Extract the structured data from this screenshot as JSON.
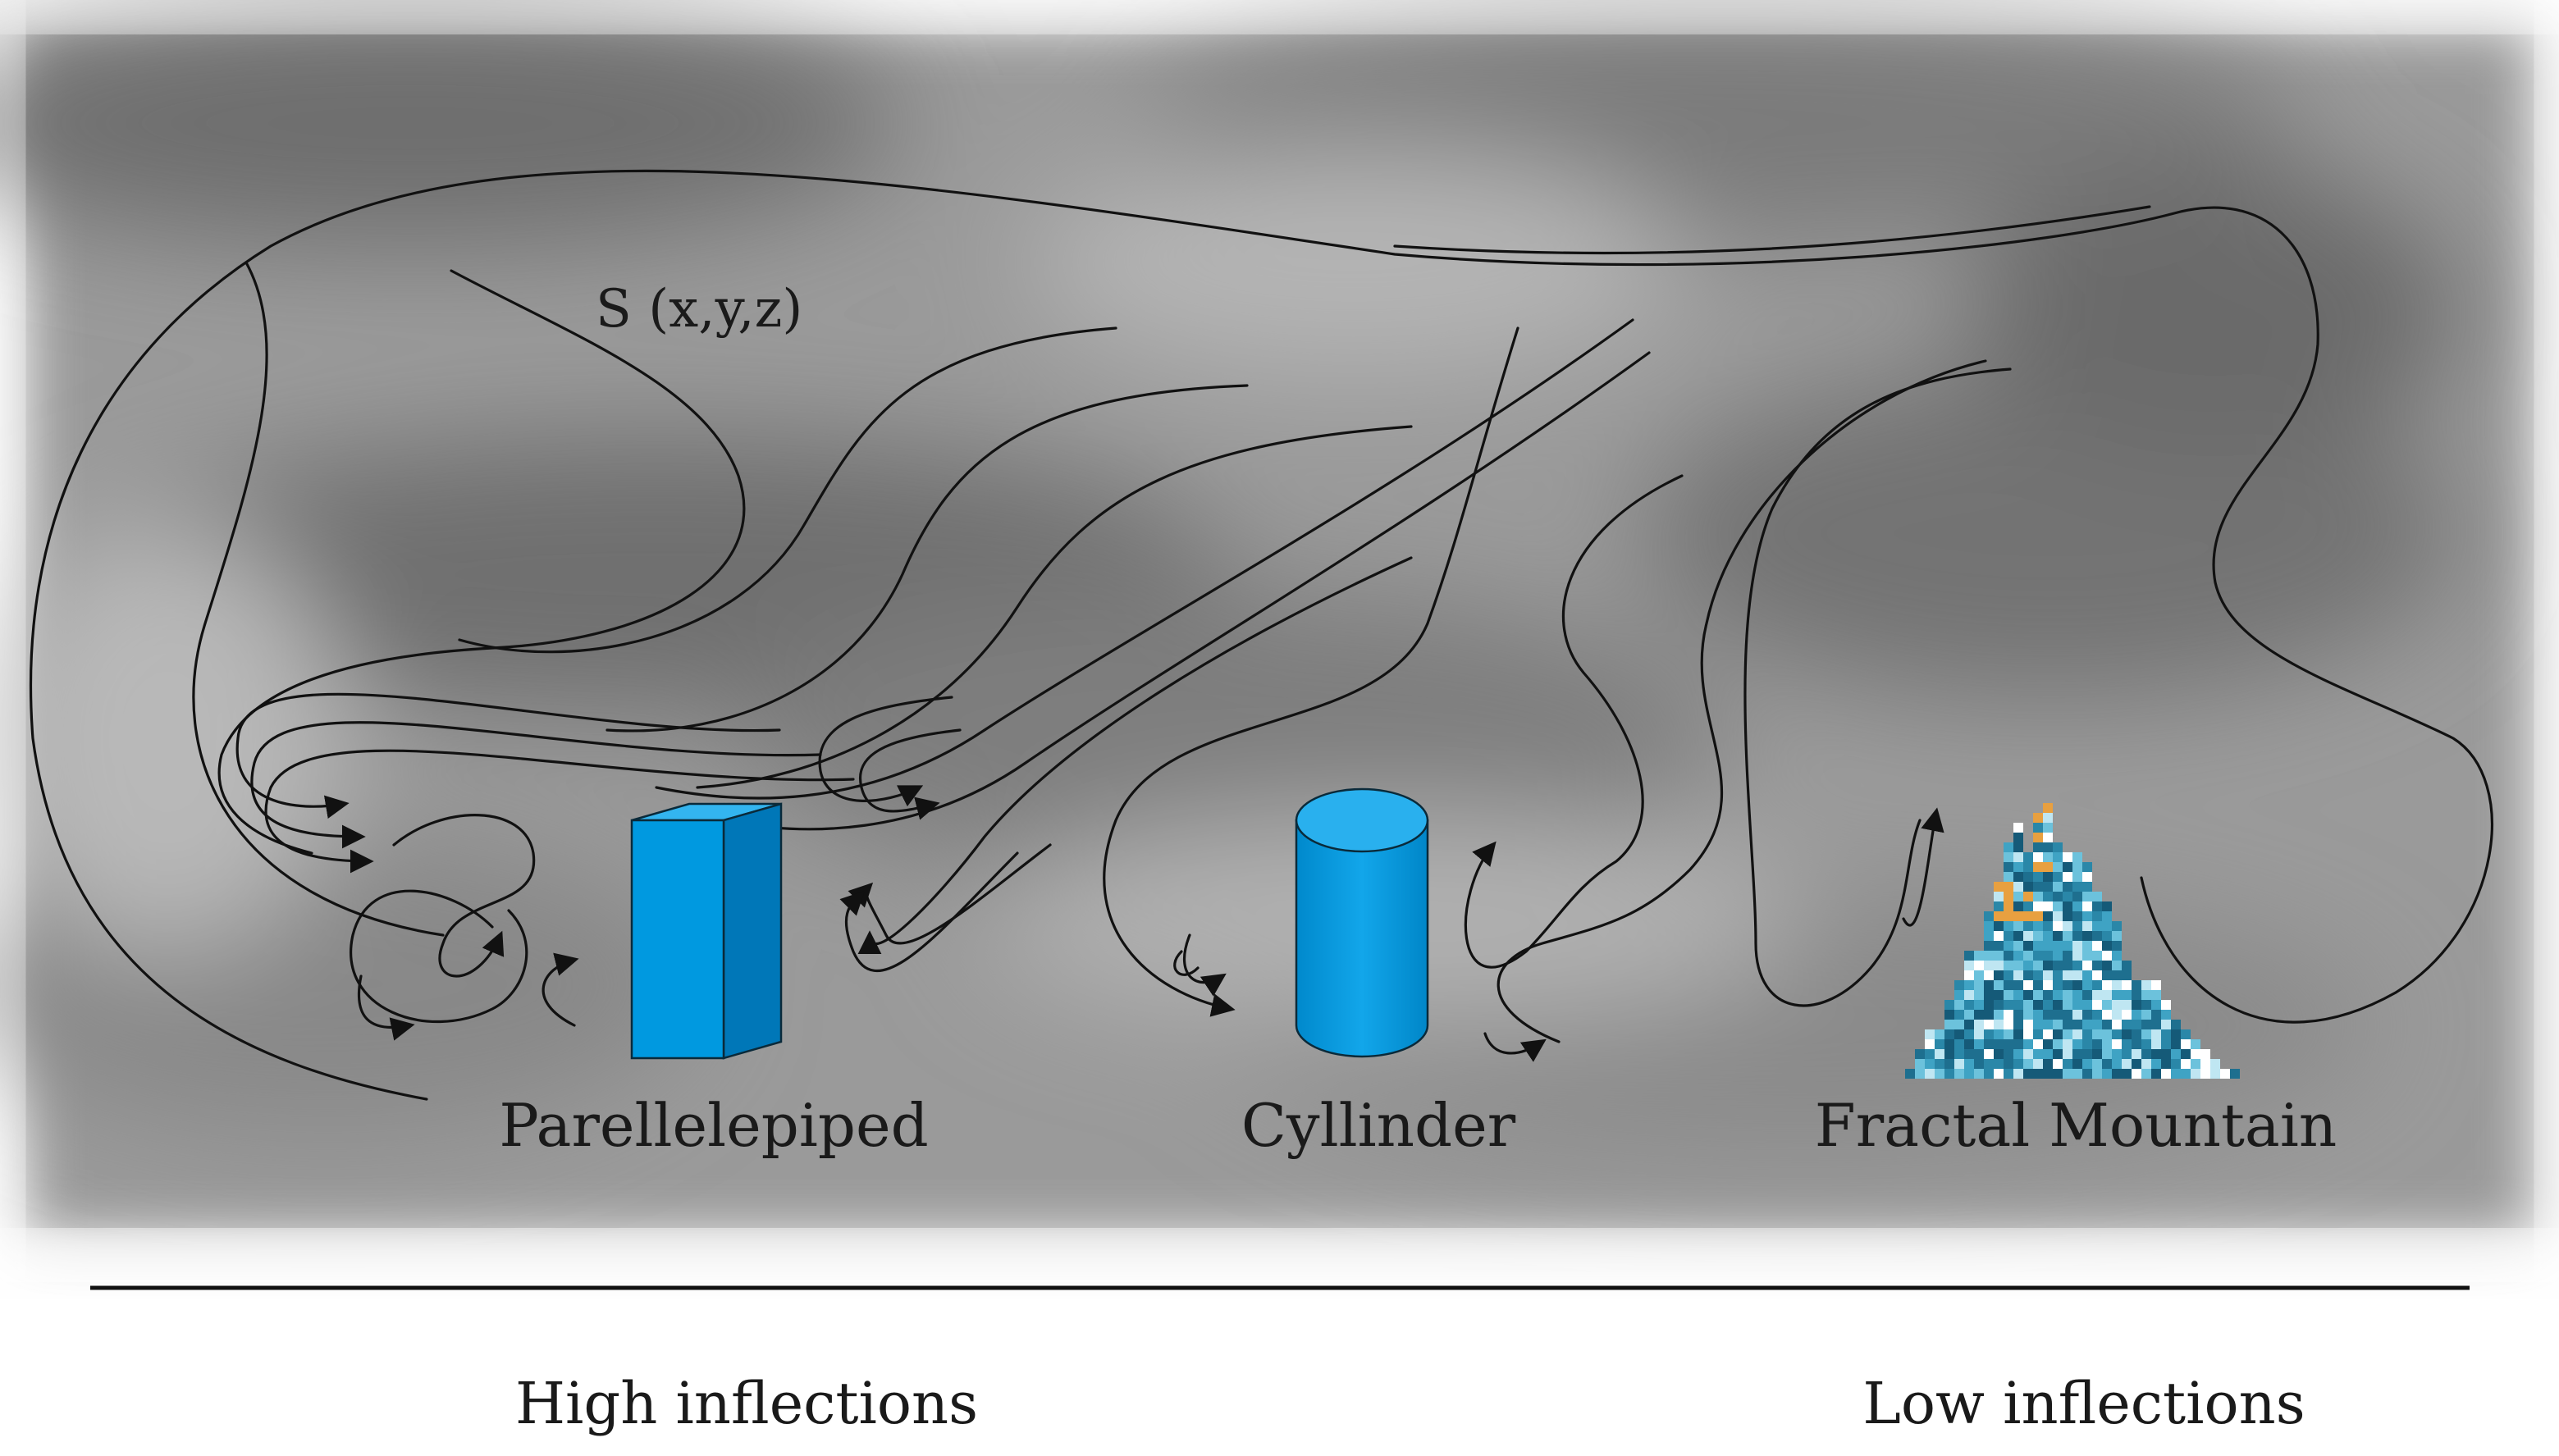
{
  "surface_label": "S (x,y,z)",
  "objects": {
    "parallelepiped": "Parellelepiped",
    "cylinder": "Cyllinder",
    "fractal_mountain": "Fractal Mountain"
  },
  "scale": {
    "left_label": "High inflections",
    "right_label": "Low inflections"
  },
  "colors": {
    "object_blue": "#0099e0",
    "stream_line": "#111111",
    "mountain_dark": "#1e6f8f",
    "mountain_light": "#bfe6f2",
    "mountain_accent": "#e8a040"
  }
}
